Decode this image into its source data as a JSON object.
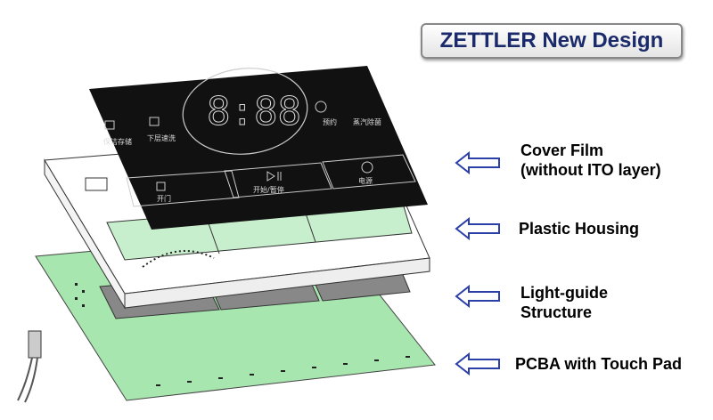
{
  "title": "ZETTLER New Design",
  "layers": [
    {
      "label_line1": "Cover Film",
      "label_line2": "(without ITO layer)"
    },
    {
      "label_line1": "Plastic Housing"
    },
    {
      "label_line1": "Light-guide",
      "label_line2": "Structure"
    },
    {
      "label_line1": "PCBA with Touch Pad"
    }
  ],
  "cover_film": {
    "display": "8:88",
    "icons": [
      {
        "label": "保洁存储"
      },
      {
        "label": "下层速洗"
      },
      {
        "label": "预约"
      },
      {
        "label": "蒸汽除菌"
      }
    ],
    "buttons": [
      {
        "label": "开门"
      },
      {
        "label": "开始/暂停"
      },
      {
        "label": "电源"
      }
    ]
  },
  "colors": {
    "title_text": "#1b2a6b",
    "arrow": "#2a3fa8",
    "pcb": "#a8e6b0",
    "film": "#111111"
  }
}
